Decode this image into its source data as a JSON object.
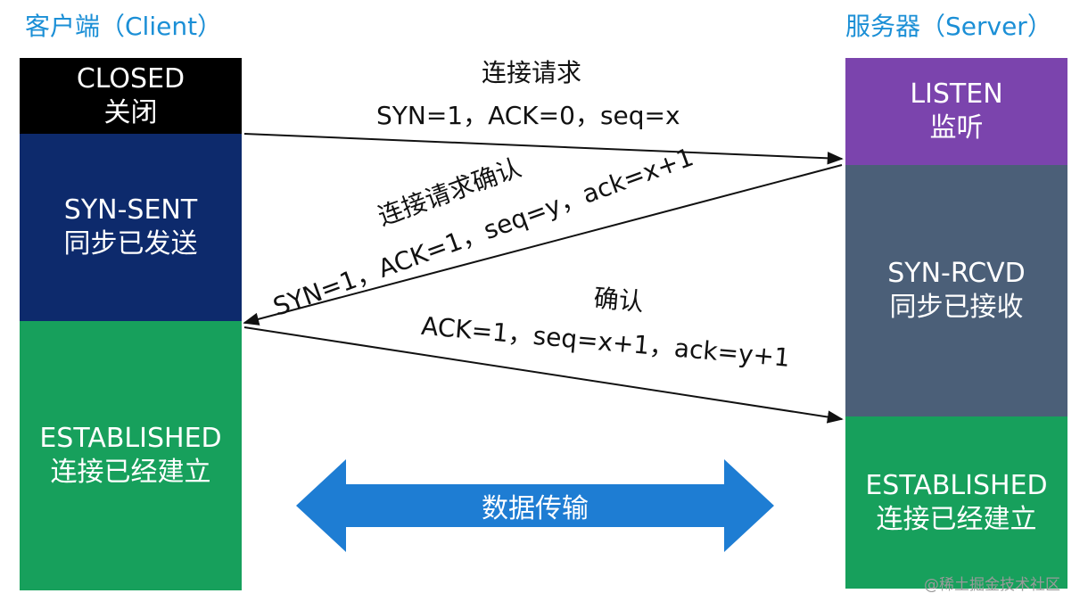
{
  "client": {
    "heading": "客户端（Client）",
    "states": [
      {
        "name": "CLOSED",
        "desc": "关闭"
      },
      {
        "name": "SYN-SENT",
        "desc": "同步已发送"
      },
      {
        "name": "ESTABLISHED",
        "desc": "连接已经建立"
      }
    ]
  },
  "server": {
    "heading": "服务器（Server）",
    "states": [
      {
        "name": "LISTEN",
        "desc": "监听"
      },
      {
        "name": "SYN-RCVD",
        "desc": "同步已接收"
      },
      {
        "name": "ESTABLISHED",
        "desc": "连接已经建立"
      }
    ]
  },
  "messages": [
    {
      "title": "连接请求",
      "params": "SYN=1，ACK=0，seq=x"
    },
    {
      "title": "连接请求确认",
      "params": "SYN=1，ACK=1，seq=y，ack=x+1"
    },
    {
      "title": "确认",
      "params": "ACK=1，seq=x+1，ack=y+1"
    }
  ],
  "data_transfer": {
    "label": "数据传输"
  },
  "watermark": "@稀土掘金技术社区",
  "colors": {
    "heading": "#1b8fd6",
    "closed": "#000000",
    "syn_sent": "#0d2a6c",
    "established": "#17a05c",
    "listen": "#7b44ad",
    "syn_rcvd": "#4b5f78",
    "double_arrow": "#1e7dd3"
  }
}
